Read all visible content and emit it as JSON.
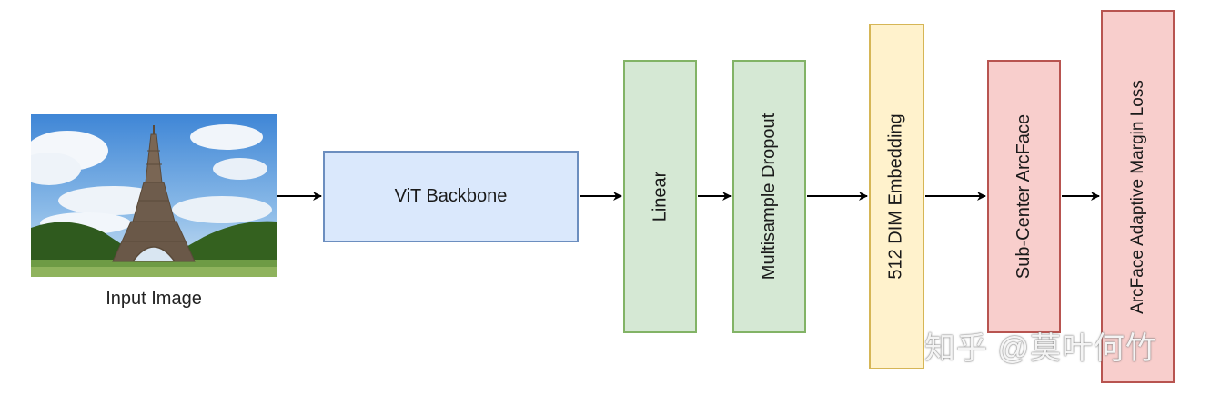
{
  "diagram": {
    "input": {
      "caption": "Input Image",
      "image_subject": "eiffel-tower-photo"
    },
    "nodes": [
      {
        "id": "vit",
        "label": "ViT Backbone",
        "color": "#dae8fc"
      },
      {
        "id": "linear",
        "label": "Linear",
        "color": "#d5e8d4"
      },
      {
        "id": "dropout",
        "label": "Multisample Dropout",
        "color": "#d5e8d4"
      },
      {
        "id": "embedding",
        "label": "512 DIM Embedding",
        "color": "#fff2cc"
      },
      {
        "id": "subcenter",
        "label": "Sub-Center ArcFace",
        "color": "#f8cecc"
      },
      {
        "id": "adaptive",
        "label": "ArcFace Adaptive Margin Loss",
        "color": "#f8cecc"
      }
    ],
    "edges": [
      {
        "from": "input",
        "to": "vit"
      },
      {
        "from": "vit",
        "to": "linear"
      },
      {
        "from": "linear",
        "to": "dropout"
      },
      {
        "from": "dropout",
        "to": "embedding"
      },
      {
        "from": "embedding",
        "to": "subcenter"
      },
      {
        "from": "subcenter",
        "to": "adaptive"
      }
    ]
  },
  "watermark": "知乎 @莫叶何竹"
}
